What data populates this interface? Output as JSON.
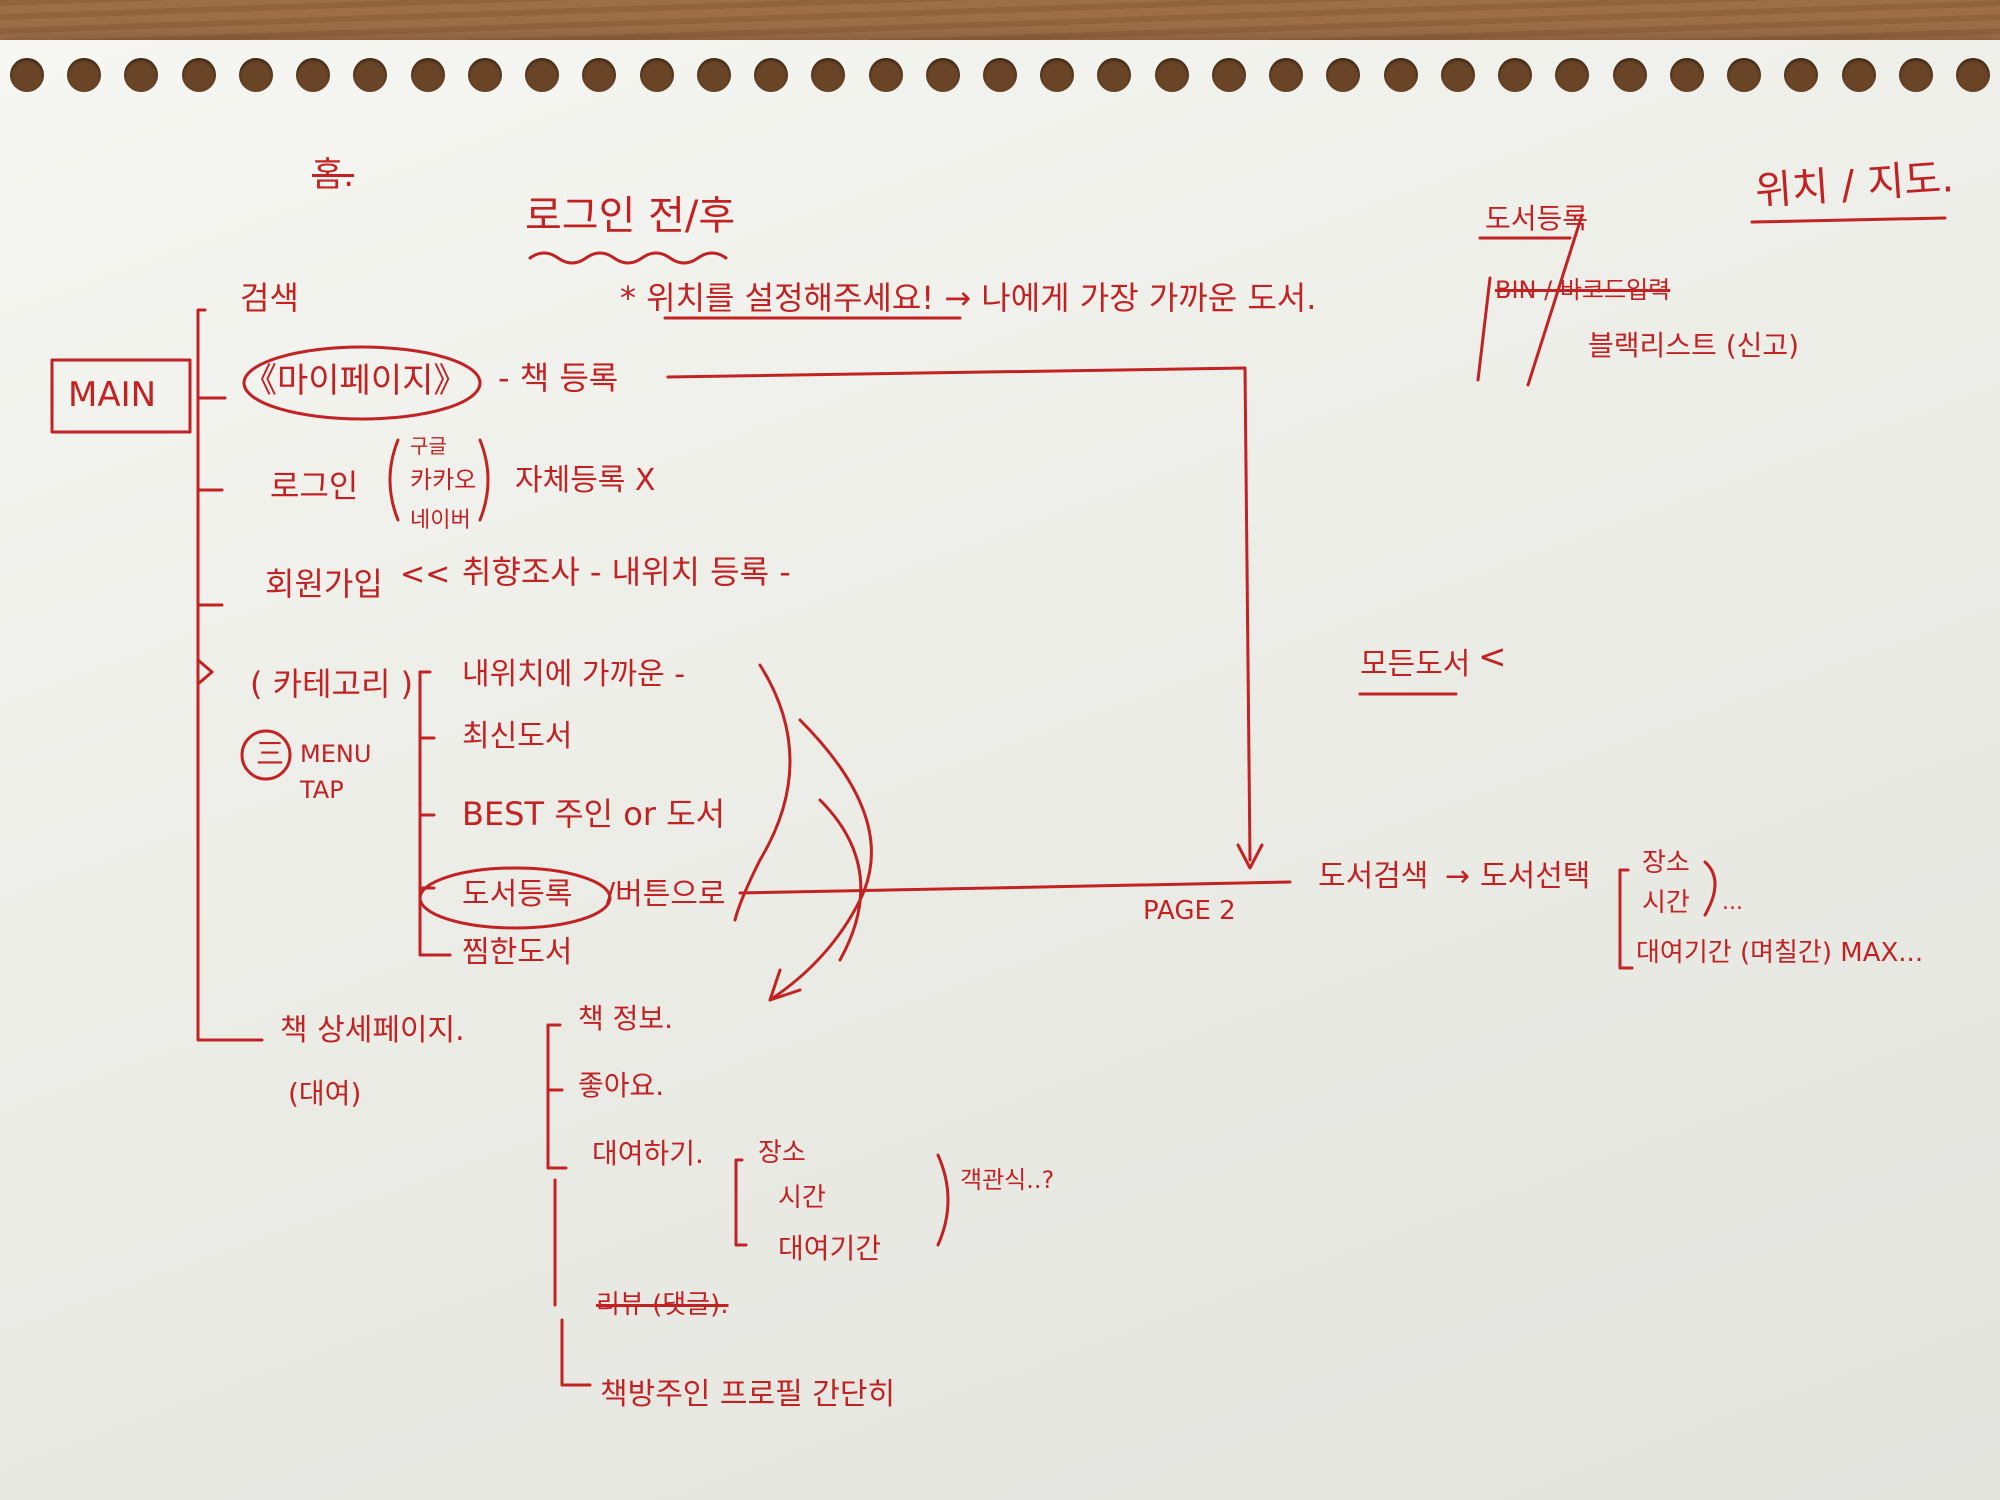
{
  "sketch": {
    "top_left_mark": "홈.",
    "title": "로그인 전/후",
    "top_right": "위치 / 지도.",
    "location_prompt": "* 위치를 설정해주세요! → 나에게 가장 가까운 도서.",
    "main_label": "MAIN",
    "main_items": {
      "search": "검색",
      "mypage": "《마이페이지》",
      "mypage_action": "- 책 등록",
      "login": "로그인",
      "login_options": [
        "구글",
        "카카오",
        "네이버"
      ],
      "login_note": "자체등록 X",
      "signup": "회원가입",
      "signup_flow": "취향조사 - 내위치 등록 -",
      "category": "( 카테고리 )",
      "menu_tap": [
        "MENU",
        "TAP"
      ],
      "menu_icon": "三",
      "book_detail": "책 상세페이지.",
      "book_detail_sub": "(대여)"
    },
    "category_items": [
      "내위치에 가까운 -",
      "최신도서",
      "BEST 주인 or 도서",
      "도서등록",
      "찜한도서"
    ],
    "register_button_suffix": "/버튼으로",
    "page2_label": "PAGE 2",
    "flow": {
      "search": "도서검색",
      "arrow": "→",
      "select": "도서선택",
      "options": [
        "장소",
        "시간",
        "대여기간 (며칠간) MAX..."
      ],
      "ellipsis": "..."
    },
    "all_books": "모든도서",
    "all_books_arrow": "<",
    "book_registration": {
      "title": "도서등록",
      "struck": "BIN / 바코드입력",
      "blacklist": "블랙리스트 (신고)"
    },
    "detail_items": [
      "책 정보.",
      "좋아요.",
      "대여하기."
    ],
    "rent_options": [
      "장소",
      "시간",
      "대여기간"
    ],
    "rent_note": "객관식..?",
    "review_struck": "리뷰 (댓글).",
    "owner_profile": "책방주인 프로필 간단히"
  }
}
